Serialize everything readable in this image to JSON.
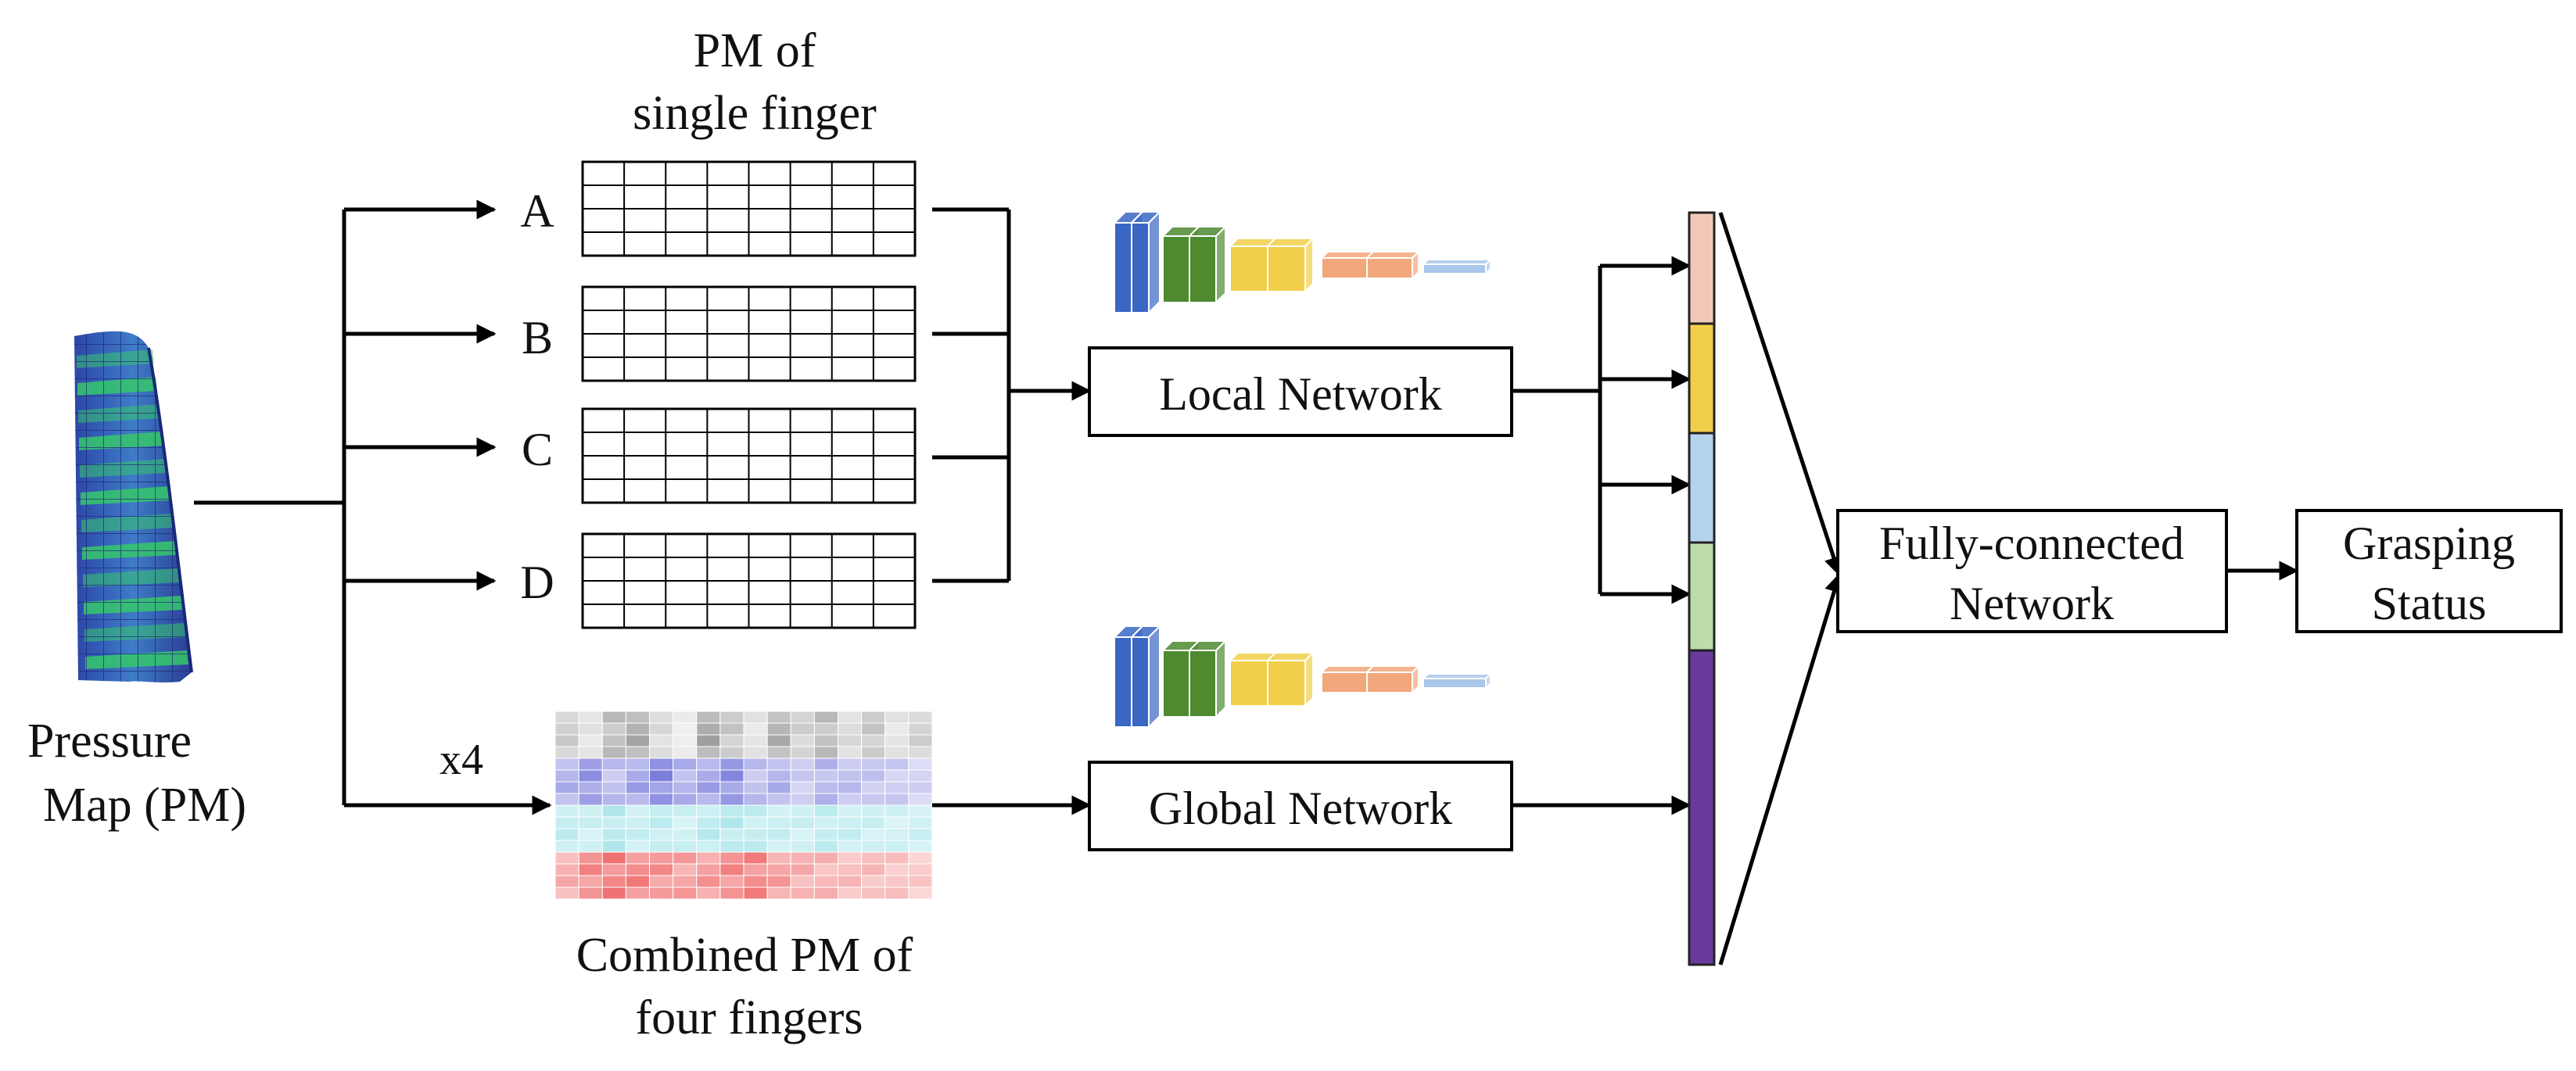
{
  "labels": {
    "pm_title_line1": "PM of",
    "pm_title_line2": "single finger",
    "finger_a": "A",
    "finger_b": "B",
    "finger_c": "C",
    "finger_d": "D",
    "pressure_line1": "Pressure",
    "pressure_line2": "Map (PM)",
    "x4": "x4",
    "combined_line1": "Combined PM of",
    "combined_line2": "four fingers",
    "local_network": "Local Network",
    "global_network": "Global Network",
    "fc_line1": "Fully-connected",
    "fc_line2": "Network",
    "grasp_line1": "Grasping",
    "grasp_line2": "Status"
  },
  "colors": {
    "line": "#000000",
    "cnn_blue": "#3a66c4",
    "cnn_green": "#4e8a30",
    "cnn_yellow": "#f2cf4a",
    "cnn_orange": "#f2a77c",
    "cnn_lightblue": "#a9c7ea",
    "feature_pink": "#f2c9b8",
    "feature_yellow": "#f2cf4a",
    "feature_blue": "#b6d3ee",
    "feature_green": "#bcdcaa",
    "feature_purple": "#6a3a9c",
    "combined_gray": "#9a9a9a",
    "combined_blue": "#6e70d8",
    "combined_cyan": "#8fdde4",
    "combined_red": "#ef6a6a",
    "pressure_blue": "#2c46a8",
    "pressure_green": "#36c86a"
  },
  "icons": [
    "finger-pressure-map-image",
    "cnn-layer-stack-icon",
    "arrow-icon"
  ]
}
